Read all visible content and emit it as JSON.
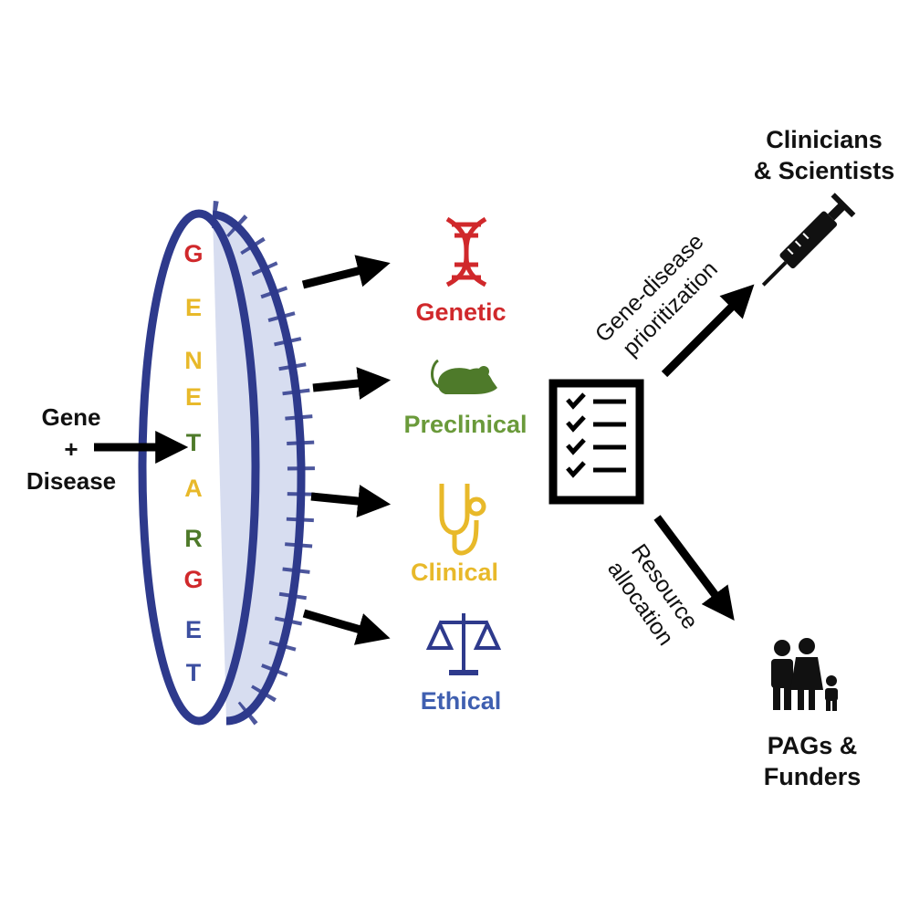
{
  "input": {
    "line1": "Gene",
    "line2": "+",
    "line3": "Disease"
  },
  "ring_letters": [
    {
      "ch": "G",
      "color": "#d0282b"
    },
    {
      "ch": "E",
      "color": "#e8b92a"
    },
    {
      "ch": "N",
      "color": "#e8b92a"
    },
    {
      "ch": "E",
      "color": "#e8b92a"
    },
    {
      "ch": "T",
      "color": "#4e7a2a"
    },
    {
      "ch": "A",
      "color": "#e8b92a"
    },
    {
      "ch": "R",
      "color": "#4e7a2a"
    },
    {
      "ch": "G",
      "color": "#d0282b"
    },
    {
      "ch": "E",
      "color": "#3c4fa0"
    },
    {
      "ch": "T",
      "color": "#3c4fa0"
    }
  ],
  "categories": [
    {
      "label": "Genetic",
      "color": "#d0282b",
      "icon": "dna-icon"
    },
    {
      "label": "Preclinical",
      "color": "#6a9a3a",
      "icon": "mouse-icon"
    },
    {
      "label": "Clinical",
      "color": "#e8b92a",
      "icon": "stethoscope-icon"
    },
    {
      "label": "Ethical",
      "color": "#3f5fb0",
      "icon": "scales-icon"
    }
  ],
  "checklist_icon": "checklist-icon",
  "upper_branch": {
    "line1": "Gene-disease",
    "line2": "prioritization"
  },
  "lower_branch": {
    "line1": "Resource",
    "line2": "allocation"
  },
  "audience_top": {
    "line1": "Clinicians",
    "line2": "& Scientists",
    "icon": "syringe-icon"
  },
  "audience_bottom": {
    "line1": "PAGs &",
    "line2": "Funders",
    "icon": "family-icon"
  },
  "colors": {
    "ring": "#2e3a8c",
    "ring_fill": "#d7ddf0",
    "arrow": "#000000"
  }
}
